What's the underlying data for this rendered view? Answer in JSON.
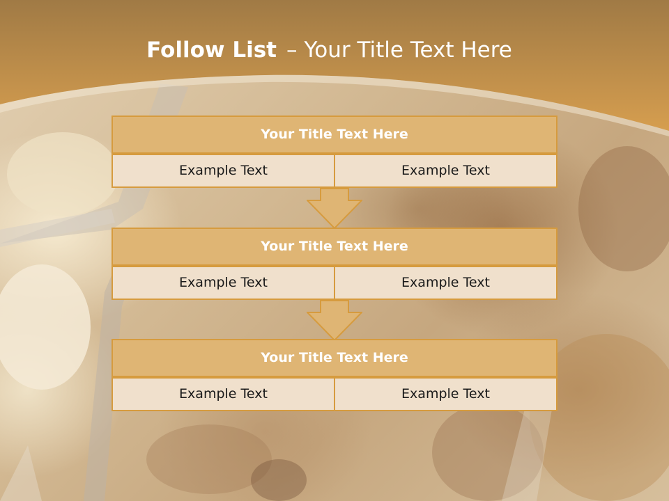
{
  "slide": {
    "title_strong": "Follow List",
    "title_dash": "–",
    "title_rest": "Your Title Text Here"
  },
  "blocks": [
    {
      "title": "Your Title Text Here",
      "cells": [
        "Example Text",
        "Example Text"
      ]
    },
    {
      "title": "Your Title Text Here",
      "cells": [
        "Example Text",
        "Example Text"
      ]
    },
    {
      "title": "Your Title Text Here",
      "cells": [
        "Example Text",
        "Example Text"
      ]
    }
  ],
  "colors": {
    "header_top": "#a07a45",
    "header_bottom": "#d69e4f",
    "block_title_fill": "#dfb574",
    "block_border": "#d69b3e",
    "cell_fill": "#f0e0cc",
    "arrow_fill": "#dfb574"
  }
}
